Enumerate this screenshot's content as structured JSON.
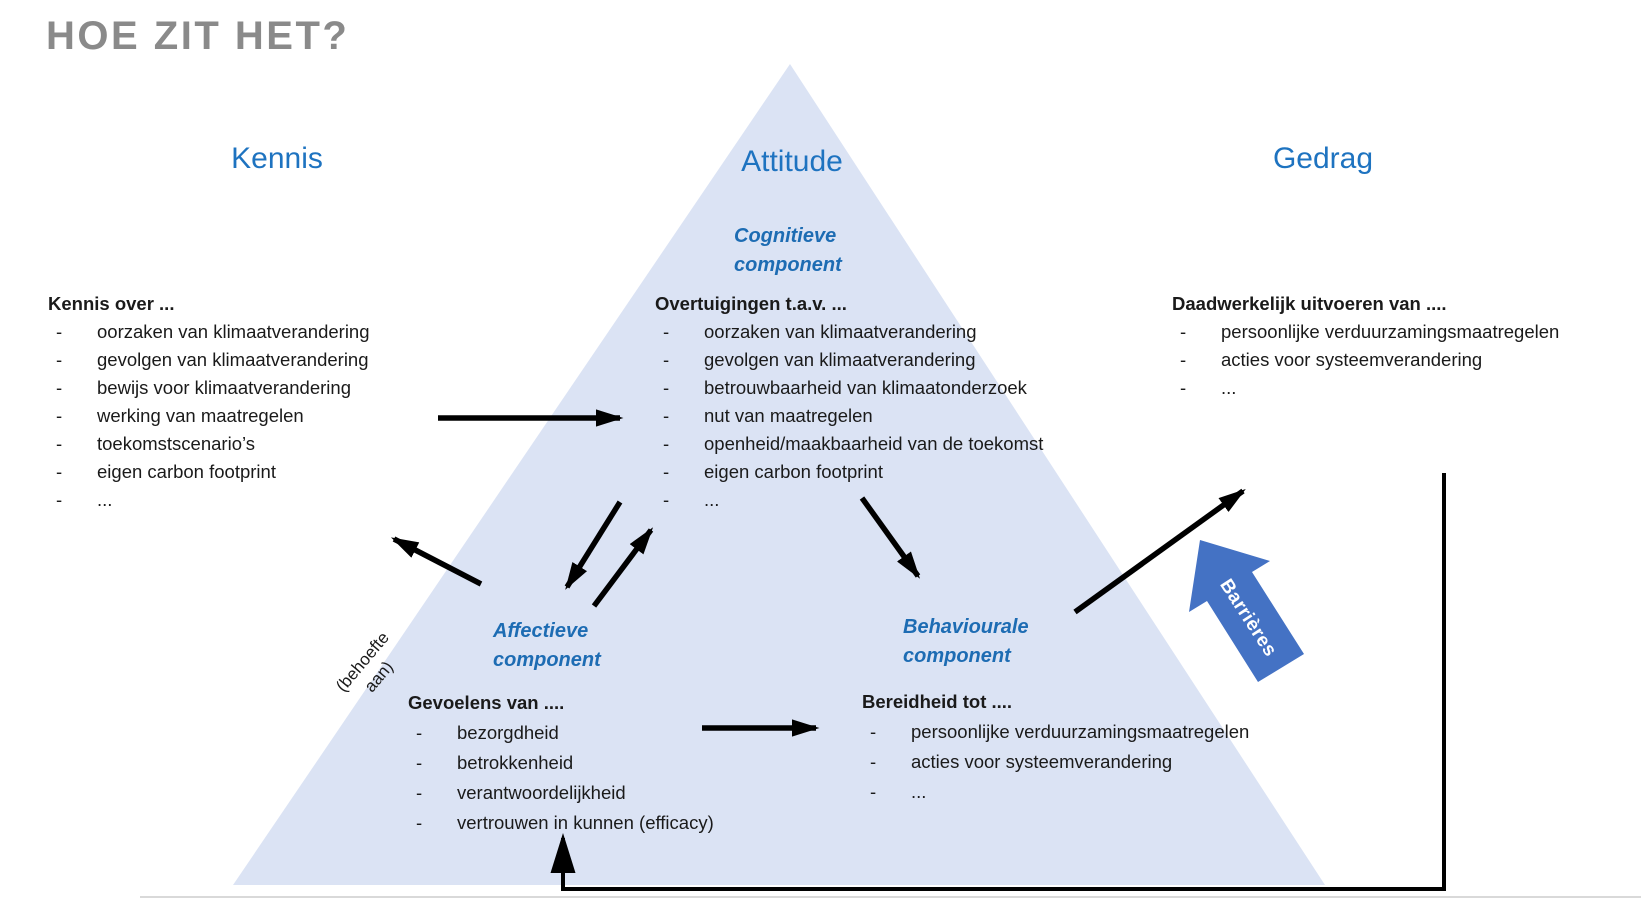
{
  "title": "HOE ZIT HET?",
  "bullet": "-",
  "colors": {
    "title_gray": "#8a8a8a",
    "heading_blue": "#1e73c0",
    "component_blue": "#1d6cb3",
    "triangle_fill": "#dbe3f4",
    "barrier_blue": "#4472c4",
    "arrow_black": "#000000",
    "text_black": "#1a1a1a"
  },
  "headings": {
    "kennis": "Kennis",
    "attitude": "Attitude",
    "gedrag": "Gedrag"
  },
  "components": {
    "cognitive": {
      "line1": "Cognitieve",
      "line2": "component"
    },
    "affective": {
      "line1": "Affectieve",
      "line2": "component"
    },
    "behavioural": {
      "line1": "Behaviourale",
      "line2": "component"
    }
  },
  "lists": {
    "kennis": {
      "header": "Kennis over ...",
      "items": [
        "oorzaken van klimaatverandering",
        "gevolgen van klimaatverandering",
        "bewijs voor klimaatverandering",
        "werking van maatregelen",
        "toekomstscenario’s",
        "eigen carbon footprint",
        "..."
      ]
    },
    "overtuigingen": {
      "header": "Overtuigingen t.a.v. ...",
      "items": [
        "oorzaken van klimaatverandering",
        "gevolgen van klimaatverandering",
        "betrouwbaarheid van klimaatonderzoek",
        "nut van maatregelen",
        "openheid/maakbaarheid van de toekomst",
        "eigen carbon footprint",
        "..."
      ]
    },
    "gedrag": {
      "header": "Daadwerkelijk uitvoeren van ....",
      "items": [
        "persoonlijke verduurzamingsmaatregelen",
        "acties voor systeemverandering",
        "..."
      ]
    },
    "gevoelens": {
      "header": "Gevoelens van ....",
      "items": [
        "bezorgdheid",
        "betrokkenheid",
        "verantwoordelijkheid",
        "vertrouwen in kunnen (efficacy)"
      ]
    },
    "bereidheid": {
      "header": "Bereidheid tot ....",
      "items": [
        "persoonlijke verduurzamingsmaatregelen",
        "acties voor systeemverandering",
        "..."
      ]
    }
  },
  "annotations": {
    "behoefte_line1": "(behoefte",
    "behoefte_line2": "aan)",
    "barrier": "Barrières"
  }
}
